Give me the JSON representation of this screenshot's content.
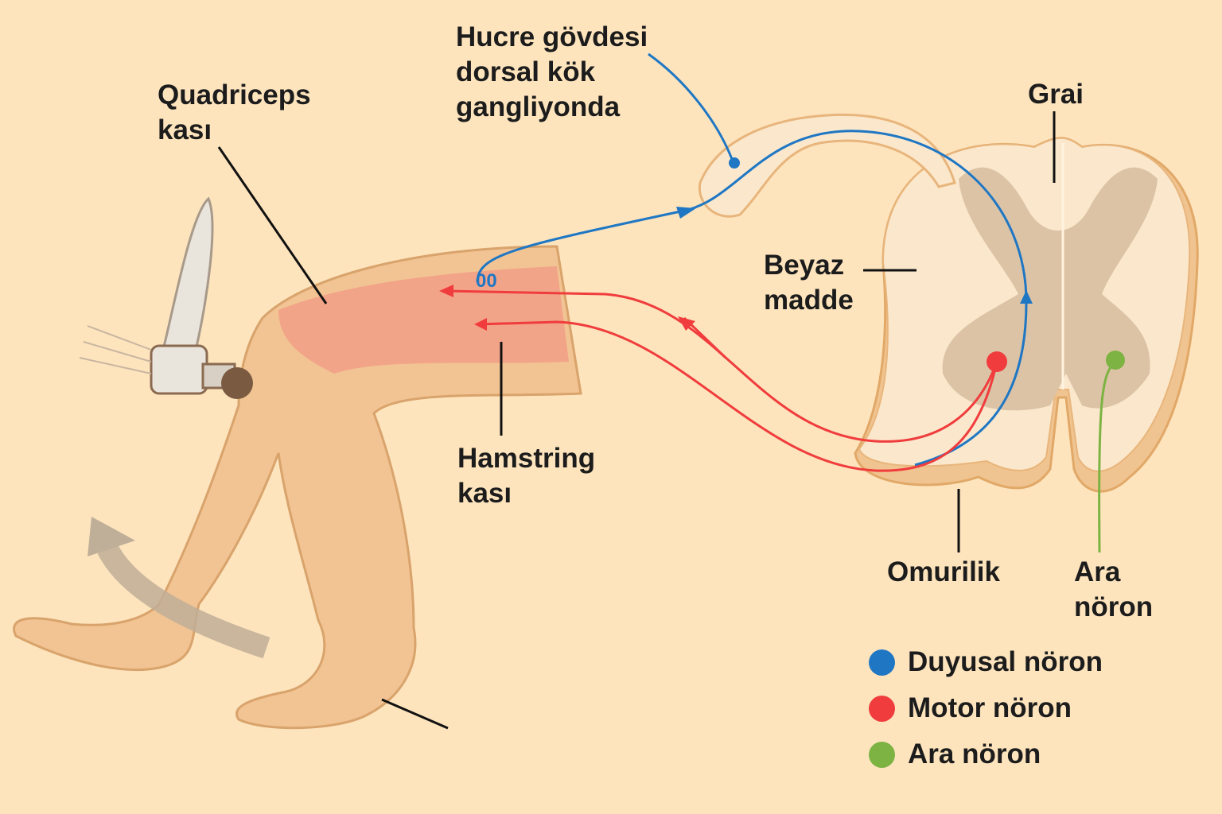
{
  "labels": {
    "cell_body": [
      "Hucre gövdesi",
      "dorsal kök",
      "gangliyonda"
    ],
    "quadriceps": [
      "Quadriceps",
      "kası"
    ],
    "grai": "Grai",
    "white_matter": [
      "Beyaz",
      "madde"
    ],
    "hamstring": [
      "Hamstring",
      "kası"
    ],
    "spinal_cord": "Omurilik",
    "interneuron": [
      "Ara",
      "nöron"
    ],
    "receptor_mark": "00"
  },
  "legend": [
    {
      "label": "Duyusal nöron",
      "color": "#1f77c4"
    },
    {
      "label": "Motor nöron",
      "color": "#f03c3c"
    },
    {
      "label": "Ara nöron",
      "color": "#7cb342"
    }
  ],
  "colors": {
    "background": "#fde4bd",
    "skin": "#f2c493",
    "muscle": "#f29a86",
    "gray_matter": "#dcc3a6",
    "cord": "#fbe8cc"
  }
}
